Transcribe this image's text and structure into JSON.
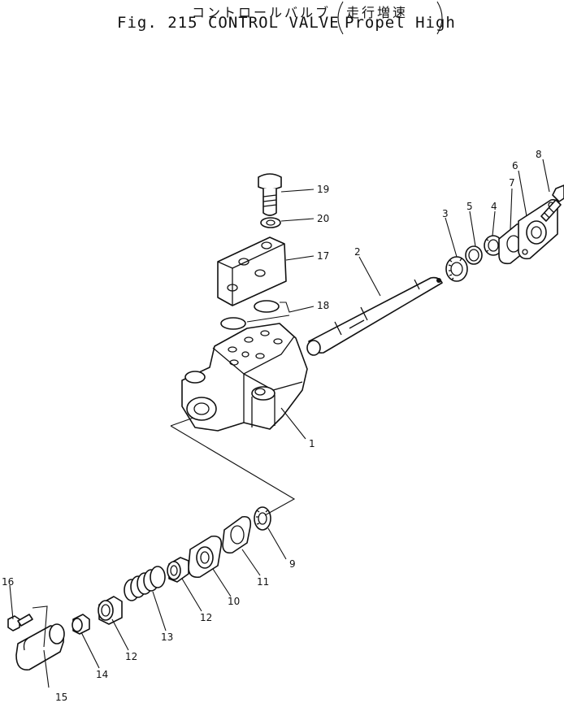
{
  "title": {
    "japanese": "コントロールバルブ",
    "japanese_sub": "走行増速",
    "figure": "Fig. 215 CONTROL VALVE",
    "subtitle": "Propel High"
  },
  "part_labels": {
    "p1": "1",
    "p2": "2",
    "p3": "3",
    "p4": "4",
    "p5": "5",
    "p6": "6",
    "p7": "7",
    "p8": "8",
    "p9": "9",
    "p10": "10",
    "p11": "11",
    "p12a": "12",
    "p12b": "12",
    "p13": "13",
    "p14": "14",
    "p15": "15",
    "p16": "16",
    "p17": "17",
    "p18": "18",
    "p19": "19",
    "p20": "20"
  },
  "colors": {
    "ink": "#111111",
    "paper": "#ffffff"
  }
}
